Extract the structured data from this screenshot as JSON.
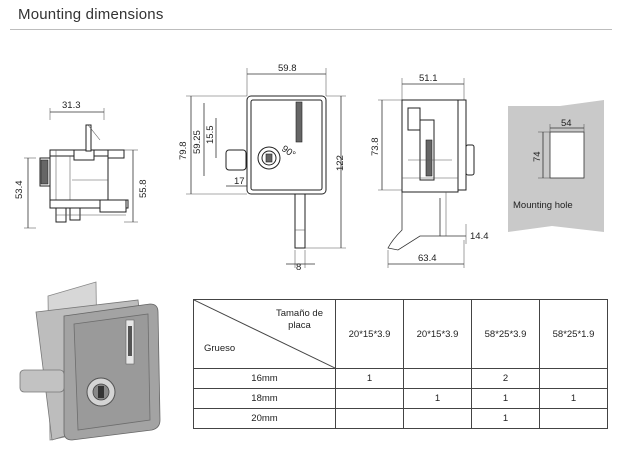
{
  "title": "Mounting dimensions",
  "dimensions": {
    "side_width": "31.3",
    "side_height_left": "53.4",
    "side_height_right": "55.8",
    "front_width": "59.8",
    "front_height_outer": "79.8",
    "front_height_inner": "59.25",
    "front_key_offset": "15.5",
    "front_bottom_offset": "17",
    "front_total_height": "122",
    "front_stem_width": "8",
    "rear_width": "51.1",
    "rear_height": "73.8",
    "rear_depth": "63.4",
    "rear_lip": "14.4",
    "hole_width": "54",
    "hole_height": "74"
  },
  "mounting_hole_label": "Mounting hole",
  "table": {
    "header_top": "Tamaño de\nplaca",
    "header_left": "Grueso",
    "columns": [
      "20*15*3.9",
      "20*15*3.9",
      "58*25*3.9",
      "58*25*1.9"
    ],
    "rows": [
      {
        "label": "16mm",
        "values": [
          "1",
          "",
          "2",
          ""
        ]
      },
      {
        "label": "18mm",
        "values": [
          "",
          "1",
          "1",
          "1"
        ]
      },
      {
        "label": "20mm",
        "values": [
          "",
          "",
          "1",
          ""
        ]
      }
    ]
  },
  "colors": {
    "hole_plate": "#c9c9c9",
    "body_fill": "#ffffff",
    "photo_gray": "#9a9a9a"
  }
}
